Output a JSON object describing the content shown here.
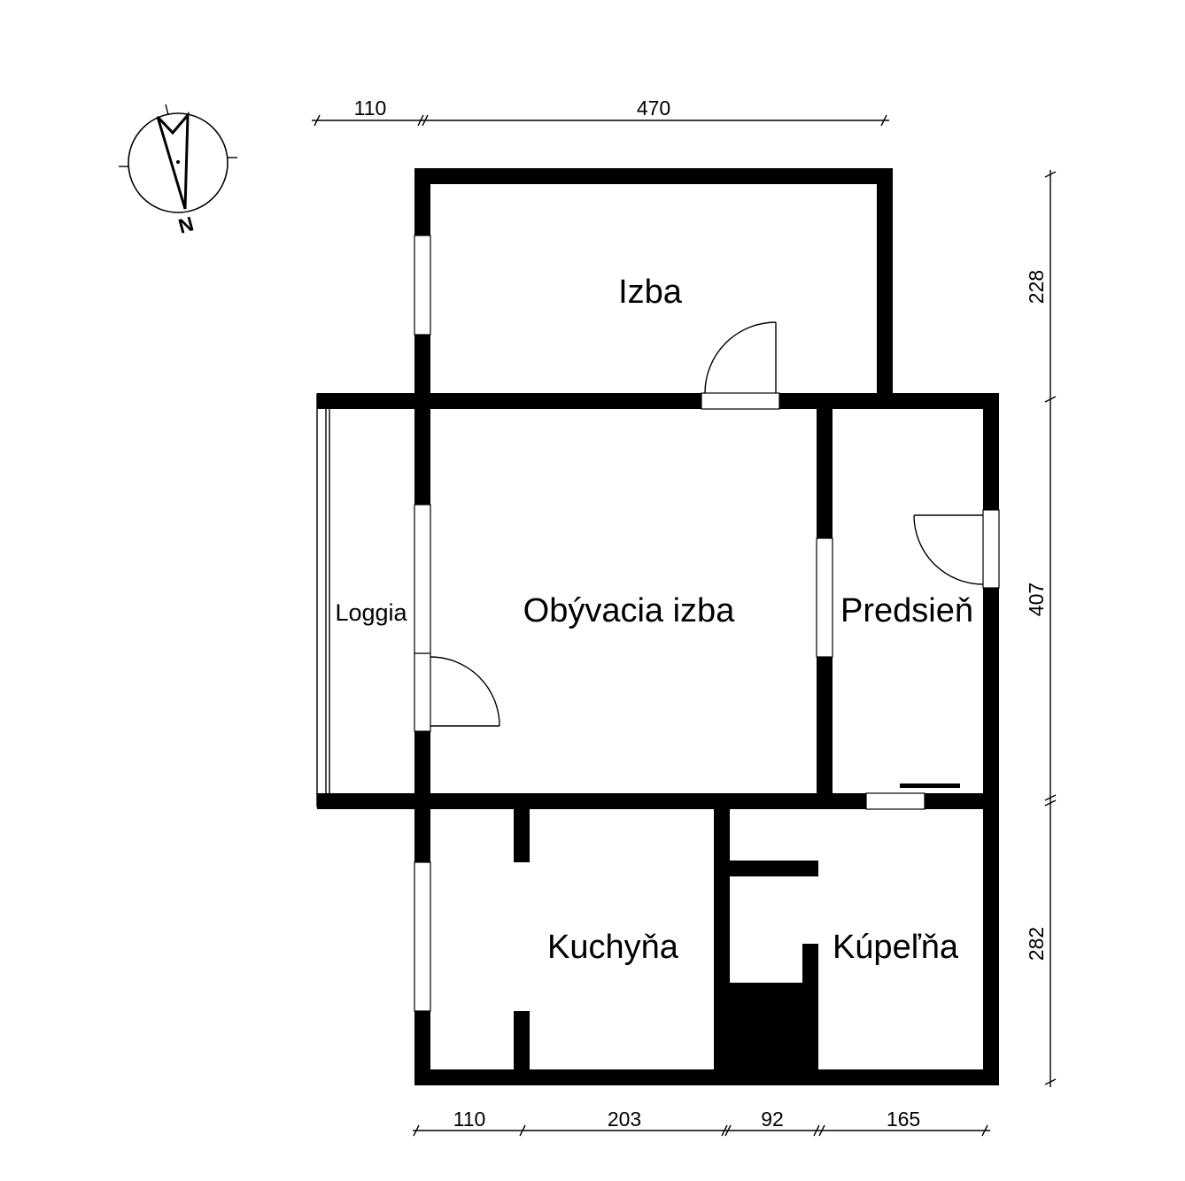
{
  "rooms": {
    "izba": "Izba",
    "obyvacia": "Obývacia izba",
    "predsien": "Predsieň",
    "loggia": "Loggia",
    "kuchyna": "Kuchyňa",
    "kupelna": "Kúpeľňa"
  },
  "dimensions": {
    "top": [
      "110",
      "470"
    ],
    "right": [
      "228",
      "407",
      "282"
    ],
    "bottom": [
      "110",
      "203",
      "92",
      "165"
    ]
  },
  "compass": {
    "label": "N",
    "icon": "north-arrow-icon"
  }
}
